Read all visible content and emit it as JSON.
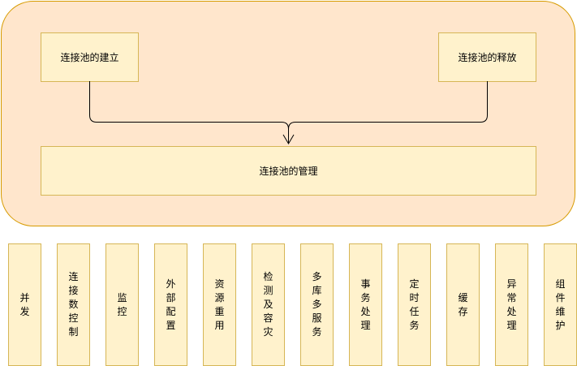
{
  "top": {
    "create": "连接池的建立",
    "release": "连接池的释放",
    "manage": "连接池的管理"
  },
  "features": [
    "并发",
    "连接数控制",
    "监控",
    "外部配置",
    "资源重用",
    "检测及容灾",
    "多库多服务",
    "事务处理",
    "定时任务",
    "缓存",
    "异常处理",
    "组件维护"
  ]
}
